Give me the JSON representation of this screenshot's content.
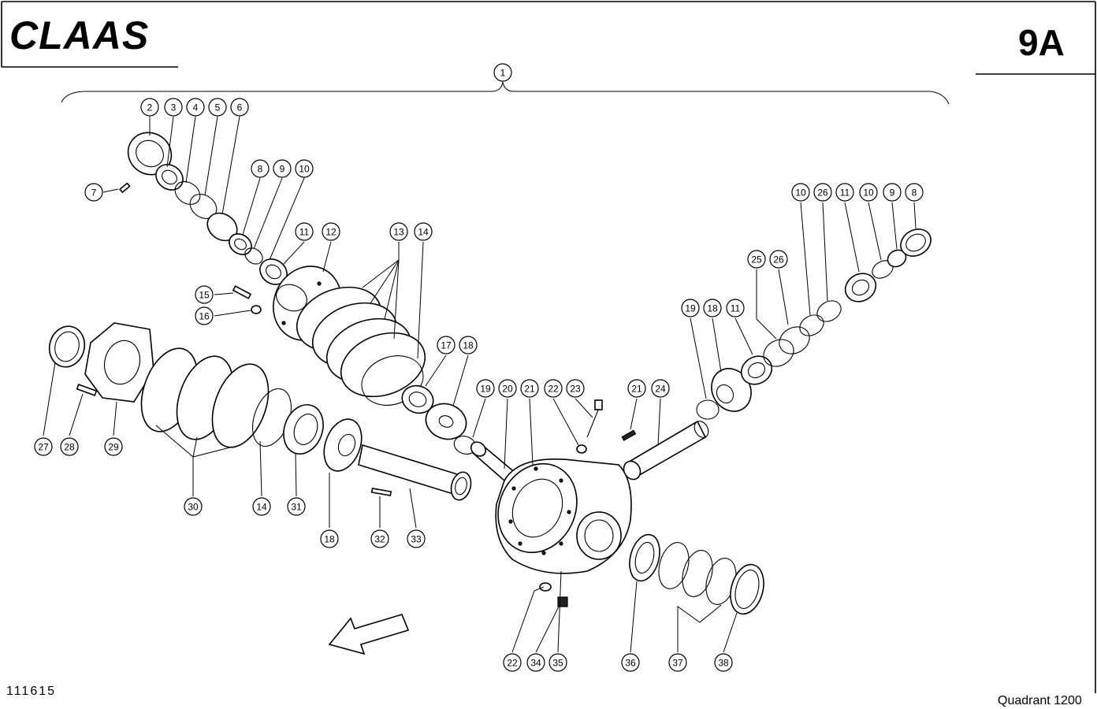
{
  "header": {
    "brand": "CLAAS",
    "sheet": "9A"
  },
  "footer": {
    "drawing_number": "111615",
    "model": "Quadrant 1200"
  },
  "assembly_callout": "1",
  "callouts": [
    {
      "id": "c1",
      "label": "1"
    },
    {
      "id": "c2",
      "label": "2"
    },
    {
      "id": "c3",
      "label": "3"
    },
    {
      "id": "c4",
      "label": "4"
    },
    {
      "id": "c5",
      "label": "5"
    },
    {
      "id": "c6",
      "label": "6"
    },
    {
      "id": "c7",
      "label": "7"
    },
    {
      "id": "c8a",
      "label": "8"
    },
    {
      "id": "c9a",
      "label": "9"
    },
    {
      "id": "c10a",
      "label": "10"
    },
    {
      "id": "c11a",
      "label": "11"
    },
    {
      "id": "c12",
      "label": "12"
    },
    {
      "id": "c13",
      "label": "13"
    },
    {
      "id": "c14a",
      "label": "14"
    },
    {
      "id": "c15",
      "label": "15"
    },
    {
      "id": "c16",
      "label": "16"
    },
    {
      "id": "c17",
      "label": "17"
    },
    {
      "id": "c18a",
      "label": "18"
    },
    {
      "id": "c19a",
      "label": "19"
    },
    {
      "id": "c20",
      "label": "20"
    },
    {
      "id": "c21a",
      "label": "21"
    },
    {
      "id": "c22a",
      "label": "22"
    },
    {
      "id": "c23",
      "label": "23"
    },
    {
      "id": "c21b",
      "label": "21"
    },
    {
      "id": "c24",
      "label": "24"
    },
    {
      "id": "c19b",
      "label": "19"
    },
    {
      "id": "c18b",
      "label": "18"
    },
    {
      "id": "c11b",
      "label": "11"
    },
    {
      "id": "c25",
      "label": "25"
    },
    {
      "id": "c26a",
      "label": "26"
    },
    {
      "id": "c10b",
      "label": "10"
    },
    {
      "id": "c26b",
      "label": "26"
    },
    {
      "id": "c11c",
      "label": "11"
    },
    {
      "id": "c10c",
      "label": "10"
    },
    {
      "id": "c9b",
      "label": "9"
    },
    {
      "id": "c8b",
      "label": "8"
    },
    {
      "id": "c27",
      "label": "27"
    },
    {
      "id": "c28",
      "label": "28"
    },
    {
      "id": "c29",
      "label": "29"
    },
    {
      "id": "c30",
      "label": "30"
    },
    {
      "id": "c14b",
      "label": "14"
    },
    {
      "id": "c31",
      "label": "31"
    },
    {
      "id": "c18c",
      "label": "18"
    },
    {
      "id": "c32",
      "label": "32"
    },
    {
      "id": "c33",
      "label": "33"
    },
    {
      "id": "c22b",
      "label": "22"
    },
    {
      "id": "c34",
      "label": "34"
    },
    {
      "id": "c35",
      "label": "35"
    },
    {
      "id": "c36",
      "label": "36"
    },
    {
      "id": "c37",
      "label": "37"
    },
    {
      "id": "c38",
      "label": "38"
    }
  ]
}
